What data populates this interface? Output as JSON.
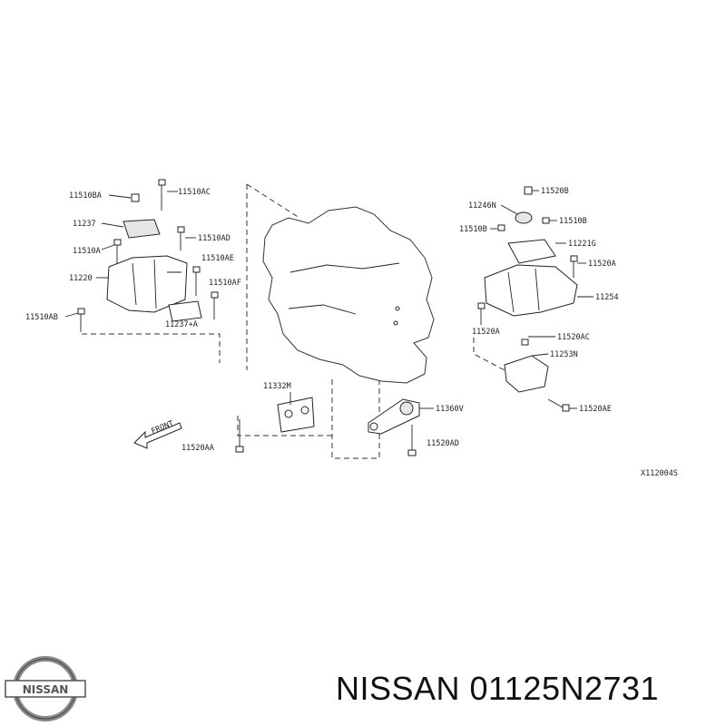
{
  "diagram": {
    "code": "X112004S",
    "front_label": "FRONT",
    "labels": [
      {
        "id": "11510BA",
        "text": "11510BA"
      },
      {
        "id": "11510AC",
        "text": "11510AC"
      },
      {
        "id": "11237",
        "text": "11237"
      },
      {
        "id": "11510AD",
        "text": "11510AD"
      },
      {
        "id": "11510A",
        "text": "11510A"
      },
      {
        "id": "11510AE",
        "text": "11510AE"
      },
      {
        "id": "11220",
        "text": "11220"
      },
      {
        "id": "11510AF",
        "text": "11510AF"
      },
      {
        "id": "11510AB",
        "text": "11510AB"
      },
      {
        "id": "11237A",
        "text": "11237+A"
      },
      {
        "id": "11332M",
        "text": "11332M"
      },
      {
        "id": "11520AA",
        "text": "11520AA"
      },
      {
        "id": "11360V",
        "text": "11360V"
      },
      {
        "id": "11520AD",
        "text": "11520AD"
      },
      {
        "id": "11520B",
        "text": "11520B"
      },
      {
        "id": "11246N",
        "text": "11246N"
      },
      {
        "id": "11510B",
        "text": "11510B"
      },
      {
        "id": "11510B2",
        "text": "11510B"
      },
      {
        "id": "11221G",
        "text": "11221G"
      },
      {
        "id": "11520A_r",
        "text": "11520A"
      },
      {
        "id": "11254",
        "text": "11254"
      },
      {
        "id": "11520A_l",
        "text": "11520A"
      },
      {
        "id": "11520AC",
        "text": "11520AC"
      },
      {
        "id": "11253N",
        "text": "11253N"
      },
      {
        "id": "11520AE",
        "text": "11520AE"
      }
    ]
  },
  "footer": {
    "title": "NISSAN 01125N2731",
    "logo_text": "NISSAN"
  },
  "colors": {
    "ink": "#222222",
    "background": "#ffffff"
  }
}
